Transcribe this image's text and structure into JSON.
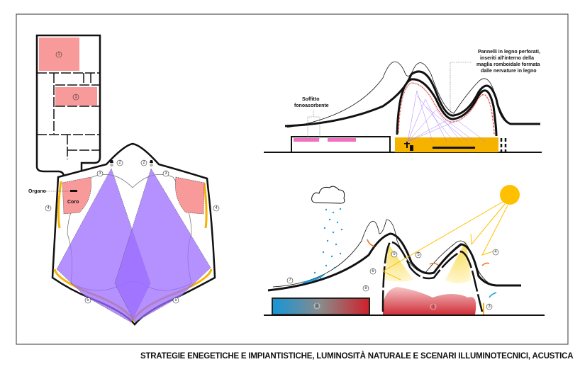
{
  "title": "STRATEGIE ENEGETICHE E IMPIANTISTICHE, LUMINOSITÀ NATURALE E SCENARI ILLUMINOTECNICI, ACUSTICA",
  "plan": {
    "organ_label": "Organo",
    "choir_label": "Coro",
    "markers": {
      "room1": "1",
      "room2": "1",
      "spk_l": "2",
      "spk_r": "2",
      "spk3_l": "3",
      "spk3_r": "3",
      "wall_l": "4",
      "wall_r": "4",
      "bottom_l": "5",
      "bottom_r": "5"
    }
  },
  "acoustic_section": {
    "ceiling_label_1": "Soffitto",
    "ceiling_label_2": "fonoasorbente",
    "panels_label_1": "Pannelli in legno perforati,",
    "panels_label_2": "inseriti all'interno della",
    "panels_label_3": "maglia romboidale formata",
    "panels_label_4": "dalle nervature in legno"
  },
  "energy_section": {
    "markers": {
      "m7": "7",
      "m8": "8",
      "m6": "6",
      "m9": "9",
      "m5": "5",
      "m4": "4",
      "m3": "3",
      "m2": "2",
      "m1": "1"
    }
  },
  "colors": {
    "pink": "#f99a9a",
    "purple": "#a77bff",
    "orange": "#f5b300",
    "sun": "#ffc000",
    "rain": "#1e9bd7",
    "heat": "#d0303a"
  }
}
